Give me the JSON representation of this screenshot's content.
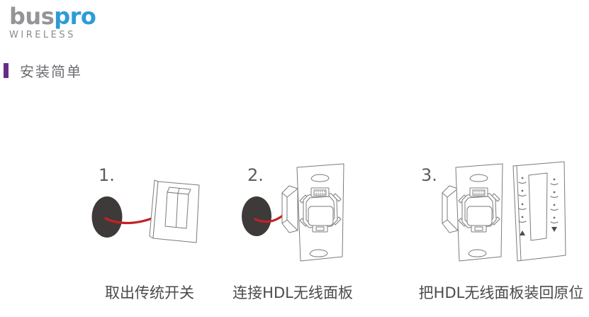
{
  "logo": {
    "text_primary": "bus",
    "text_secondary": "pro",
    "subtitle": "WIRELESS"
  },
  "heading": {
    "text": "安装简单"
  },
  "steps": [
    {
      "number": "1.",
      "caption": "取出传统开关",
      "illustration": "remove-traditional-switch"
    },
    {
      "number": "2.",
      "caption": "连接HDL无线面板",
      "illustration": "connect-hdl-wireless-panel"
    },
    {
      "number": "3.",
      "caption": "把HDL无线面板装回原位",
      "illustration": "reinstall-hdl-wireless-panel"
    }
  ],
  "colors": {
    "logo_gray": "#939598",
    "logo_blue": "#2b9cd8",
    "heading_purple_bar": "#672c85",
    "heading_text_gray": "#6e6b70",
    "caption_gray": "#4b4b4d",
    "line_art_gray": "#797b7e",
    "wire_red": "#c32127",
    "wall_hole_dark": "#3e3a39"
  }
}
